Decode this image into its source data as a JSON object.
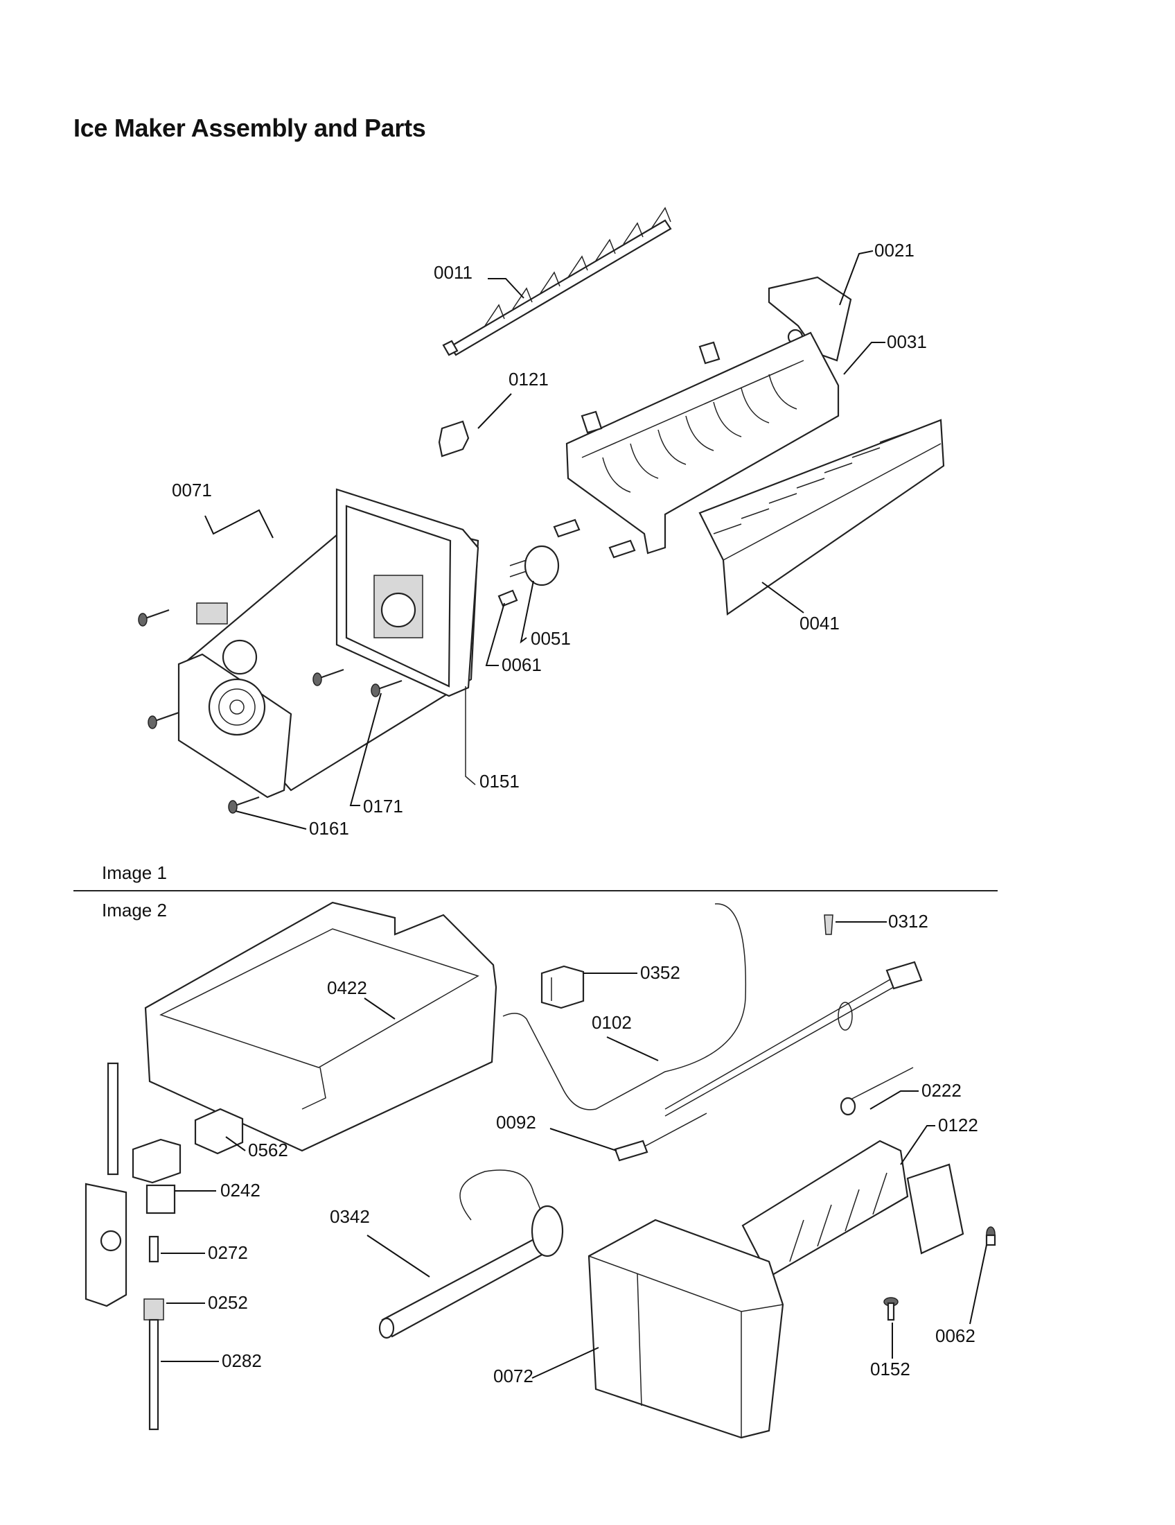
{
  "page": {
    "title": "Ice Maker Assembly and Parts",
    "image1_label": "Image 1",
    "image2_label": "Image 2"
  },
  "callouts": {
    "p0011": "0011",
    "p0021": "0021",
    "p0031": "0031",
    "p0121": "0121",
    "p0071": "0071",
    "p0051": "0051",
    "p0061": "0061",
    "p0041": "0041",
    "p0151": "0151",
    "p0171": "0171",
    "p0161": "0161",
    "p0312": "0312",
    "p0352": "0352",
    "p0422": "0422",
    "p0102": "0102",
    "p0222": "0222",
    "p0122": "0122",
    "p0092": "0092",
    "p0562": "0562",
    "p0242": "0242",
    "p0342": "0342",
    "p0272": "0272",
    "p0252": "0252",
    "p0282": "0282",
    "p0072": "0072",
    "p0152": "0152",
    "p0062": "0062"
  }
}
